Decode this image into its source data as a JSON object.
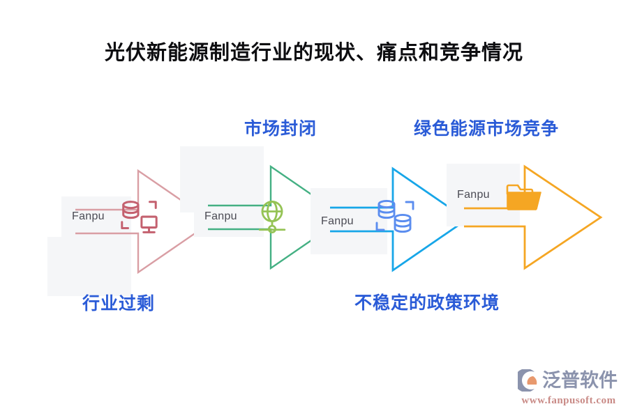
{
  "page": {
    "title": "光伏新能源制造行业的现状、痛点和竞争情况",
    "background_color": "#ffffff",
    "plate_color": "#f5f6f8",
    "caption_color": "#2a5bd7",
    "fanpu_text_color": "#4b4b54"
  },
  "stages": [
    {
      "id": "stage-1",
      "fanpu_label": "Fanpu",
      "caption": "行业过剩",
      "caption_position": "below",
      "accent_color": "#d99ea4",
      "icon_name": "database-monitor-icon"
    },
    {
      "id": "stage-2",
      "fanpu_label": "Fanpu",
      "caption": "市场封闭",
      "caption_position": "above",
      "accent_color": "#44b083",
      "icon_name": "globe-network-icon"
    },
    {
      "id": "stage-3",
      "fanpu_label": "Fanpu",
      "caption": "不稳定的政策环境",
      "caption_position": "below",
      "accent_color": "#17a6e8",
      "icon_name": "dual-database-icon"
    },
    {
      "id": "stage-4",
      "fanpu_label": "Fanpu",
      "caption": "绿色能源市场竞争",
      "caption_position": "above",
      "accent_color": "#f5a623",
      "icon_name": "folder-icon"
    }
  ],
  "watermark": {
    "brand": "泛普软件",
    "url": "www.fanpusoft.com",
    "mark_color": "#8b93ad",
    "mark_accent_color": "#e8996e",
    "brand_color": "#8b93ad",
    "url_color": "#c98a86"
  }
}
